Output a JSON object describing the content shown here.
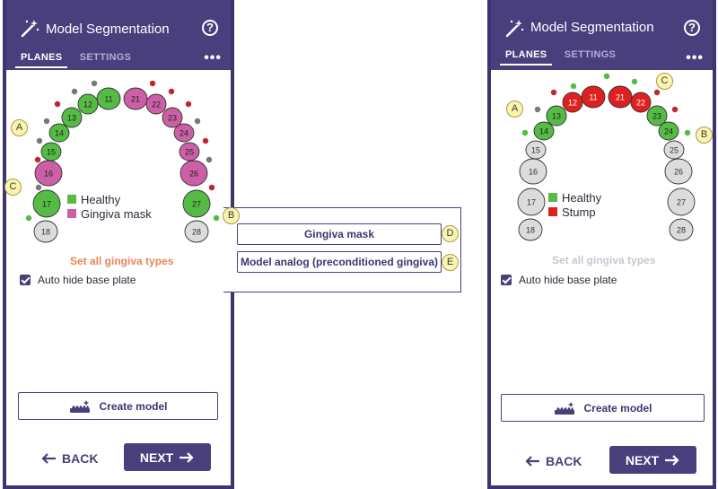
{
  "left": {
    "title": "Model Segmentation",
    "help_label": "?",
    "tabs": [
      "PLANES",
      "SETTINGS"
    ],
    "more_label": "•••",
    "teeth_upper": [
      "11",
      "21",
      "12",
      "22",
      "13",
      "23",
      "14",
      "24",
      "15",
      "25",
      "16",
      "26",
      "17",
      "27",
      "18",
      "28"
    ],
    "legend": [
      {
        "label": "Healthy",
        "color": "#55bb44"
      },
      {
        "label": "Gingiva mask",
        "color": "#cc5fa6"
      }
    ],
    "gingiva_link": "Set all gingiva types",
    "gingiva_link_color": "#e8845a",
    "auto_hide": "Auto hide base plate",
    "create_model": "Create model",
    "back": "BACK",
    "next": "NEXT",
    "callouts": {
      "a": "A",
      "b": "B",
      "c": "C"
    }
  },
  "popup": {
    "options": [
      "Gingiva mask",
      "Model analog (preconditioned gingiva)"
    ],
    "callouts": {
      "d": "D",
      "e": "E"
    }
  },
  "right": {
    "title": "Model Segmentation",
    "help_label": "?",
    "tabs": [
      "PLANES",
      "SETTINGS"
    ],
    "more_label": "•••",
    "legend": [
      {
        "label": "Healthy",
        "color": "#55bb44"
      },
      {
        "label": "Stump",
        "color": "#e02020"
      }
    ],
    "gingiva_link": "Set all gingiva types",
    "gingiva_link_color": "#c7c7d3",
    "auto_hide": "Auto hide base plate",
    "create_model": "Create model",
    "back": "BACK",
    "next": "NEXT",
    "callouts": {
      "a": "A",
      "b": "B",
      "c": "C"
    }
  },
  "colors": {
    "header": "#4a3f7d",
    "healthy": "#55bb44",
    "gingiva": "#cc5fa6",
    "stump": "#e02020",
    "unsegmented": "#dcdcdc",
    "callout": "#fbf4b0"
  },
  "icons": [
    "magic-wand-icon",
    "help-icon",
    "more-icon",
    "model-base-icon",
    "arrow-left-icon",
    "arrow-right-icon",
    "checkbox-icon"
  ]
}
